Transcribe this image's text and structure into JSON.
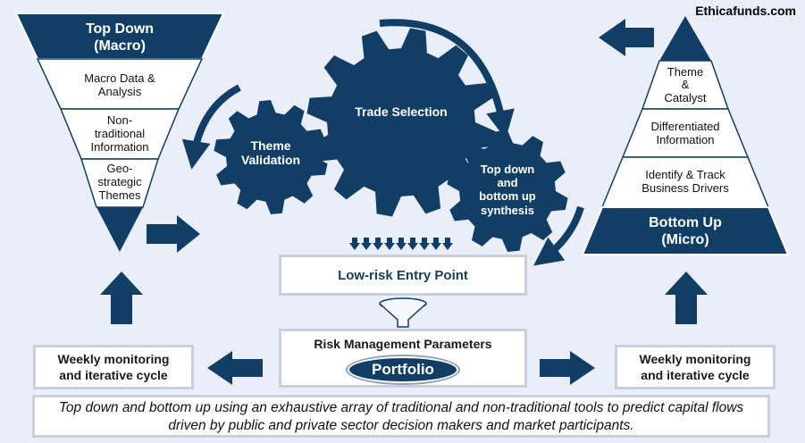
{
  "brand": "Ethicafunds.com",
  "top_down": {
    "title_line1": "Top Down",
    "title_line2": "(Macro)",
    "levels": [
      [
        "Macro Data &",
        "Analysis"
      ],
      [
        "Non-",
        "traditional",
        "Information"
      ],
      [
        "Geo-",
        "strategic",
        "Themes"
      ]
    ]
  },
  "bottom_up": {
    "title_line1": "Bottom Up",
    "title_line2": "(Micro)",
    "levels": [
      [
        "Theme",
        "&",
        "Catalyst"
      ],
      [
        "Differentiated",
        "Information"
      ],
      [
        "Identify & Track",
        "Business Drivers"
      ]
    ]
  },
  "gears": {
    "theme_validation": [
      "Theme",
      "Validation"
    ],
    "trade_selection": [
      "Trade Selection"
    ],
    "synthesis": [
      "Top down",
      "and",
      "bottom up",
      "synthesis"
    ]
  },
  "entry_point": "Low-risk Entry Point",
  "risk_title": "Risk Management Parameters",
  "portfolio": "Portfolio",
  "weekly_left": [
    "Weekly monitoring",
    "and iterative cycle"
  ],
  "weekly_right": [
    "Weekly monitoring",
    "and iterative cycle"
  ],
  "caption": "Top down and bottom up using an exhaustive array of traditional and non-traditional tools to predict capital flows driven by public and private sector decision makers and market participants.",
  "colors": {
    "navy": "#123e66",
    "background": "#e9eef8",
    "box_border": "#c9cfdc"
  }
}
